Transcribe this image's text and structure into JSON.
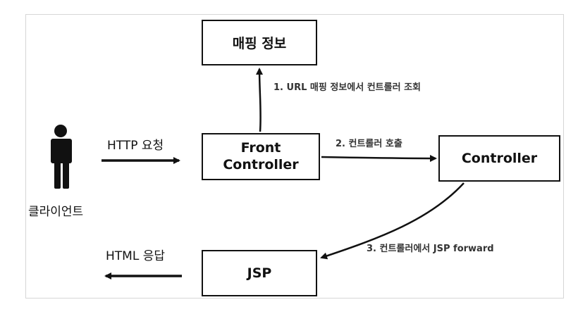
{
  "nodes": {
    "mapping_info": "매핑 정보",
    "front_controller_line1": "Front",
    "front_controller_line2": "Controller",
    "controller": "Controller",
    "jsp": "JSP"
  },
  "actor": {
    "label": "클라이언트",
    "icon": "person-icon"
  },
  "edges": {
    "step1": "1. URL 매핑 정보에서 컨트롤러 조회",
    "step2": "2. 컨트롤러 호출",
    "step3": "3. 컨트롤러에서 JSP forward",
    "http_request": "HTTP 요청",
    "http_response": "HTML 응답"
  }
}
